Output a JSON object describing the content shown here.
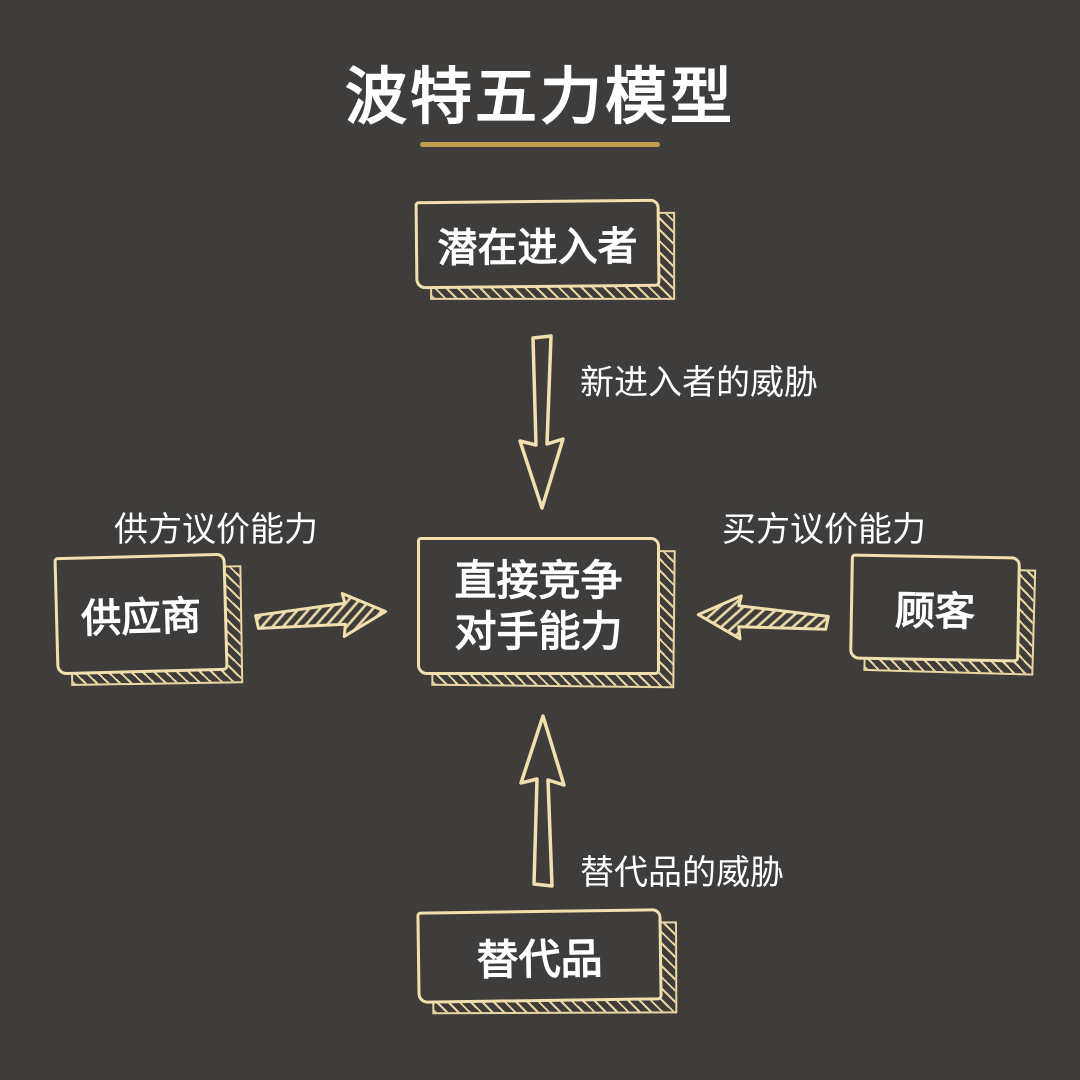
{
  "title": "波特五力模型",
  "nodes": {
    "top": {
      "label": "潜在进入者"
    },
    "center": {
      "line1": "直接竞争",
      "line2": "对手能力"
    },
    "left": {
      "label": "供应商"
    },
    "right": {
      "label": "顾客"
    },
    "bottom": {
      "label": "替代品"
    }
  },
  "forces": {
    "new_entrants_threat": "新进入者的威胁",
    "supplier_power": "供方议价能力",
    "buyer_power": "买方议价能力",
    "substitutes_threat": "替代品的威胁"
  },
  "icons": {
    "down_arrow": "arrow-down-icon",
    "up_arrow": "arrow-up-icon",
    "right_arrow": "arrow-right-icon",
    "left_arrow": "arrow-left-icon"
  },
  "colors": {
    "background": "#3e3d3b",
    "box_outline": "#f2dfae",
    "hatch": "#e9d5a0",
    "title_underline": "#bf9e4c",
    "text": "#ffffff"
  }
}
